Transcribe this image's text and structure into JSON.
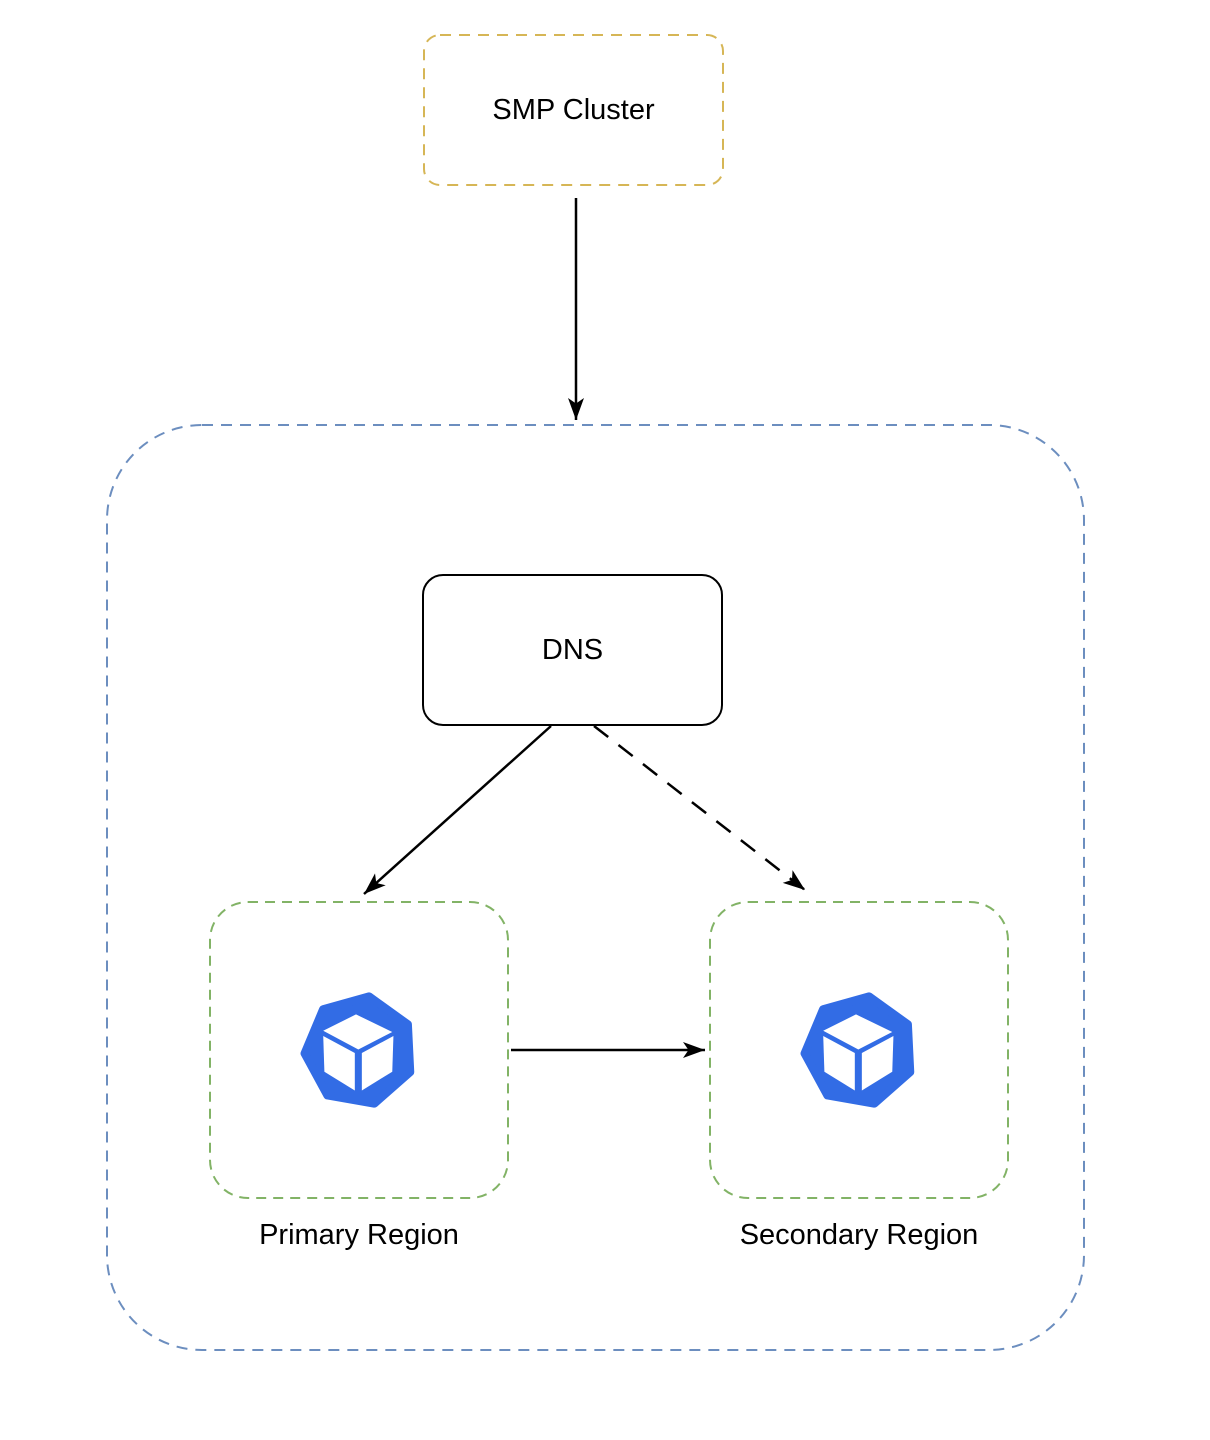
{
  "diagram": {
    "title": "DNS failover architecture diagram",
    "nodes": {
      "smp_cluster": {
        "label": "SMP Cluster",
        "border_color": "#D6B656",
        "border_style": "dashed",
        "fill": "#FFFFFF"
      },
      "dns": {
        "label": "DNS",
        "border_color": "#000000",
        "border_style": "solid",
        "fill": "#FFFFFF"
      },
      "primary_region": {
        "label": "Primary Region",
        "border_color": "#82B366",
        "border_style": "dashed",
        "fill": "#FFFFFF",
        "icon": "kubernetes-cluster-icon"
      },
      "secondary_region": {
        "label": "Secondary Region",
        "border_color": "#82B366",
        "border_style": "dashed",
        "fill": "#FFFFFF",
        "icon": "kubernetes-cluster-icon"
      }
    },
    "container": {
      "border_color": "#6C8EBF",
      "border_style": "dashed",
      "fill": "none"
    },
    "edges": [
      {
        "from": "smp_cluster",
        "to": "regions-container",
        "style": "solid",
        "arrowhead": "filled-black"
      },
      {
        "from": "dns",
        "to": "primary_region",
        "style": "solid",
        "arrowhead": "filled-black"
      },
      {
        "from": "dns",
        "to": "secondary_region",
        "style": "dashed",
        "arrowhead": "filled-black"
      },
      {
        "from": "primary_region",
        "to": "secondary_region",
        "style": "solid",
        "arrowhead": "filled-black"
      }
    ],
    "colors": {
      "icon_blue": "#326CE5",
      "edge_line": "#000000",
      "text": "#000000",
      "background": "#FFFFFF"
    }
  }
}
